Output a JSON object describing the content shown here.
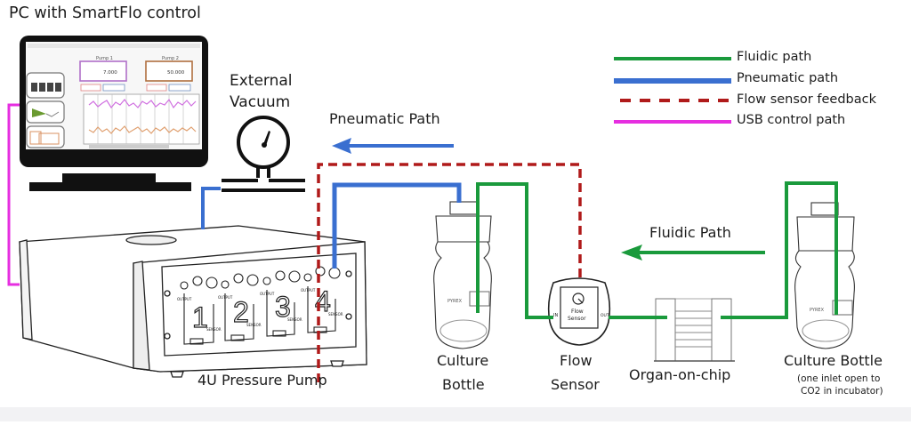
{
  "title_labels": {
    "pc": "PC with SmartFlo control",
    "vacuum_line1": "External",
    "vacuum_line2": "Vacuum",
    "pneumatic_arrow": "Pneumatic Path",
    "fluidic_arrow": "Fluidic Path",
    "pump": "4U Pressure Pump",
    "culture_bottle_1_line1": "Culture",
    "culture_bottle_1_line2": "Bottle",
    "flow_sensor_line1": "Flow",
    "flow_sensor_line2": "Sensor",
    "organ_on_chip": "Organ-on-chip",
    "culture_bottle_2": "Culture Bottle",
    "culture_bottle_2_note_line1": "(one inlet open to",
    "culture_bottle_2_note_line2": "CO2 in incubator)"
  },
  "legend": [
    {
      "label": "Fluidic path",
      "color": "#1a9a3c",
      "style": "solid"
    },
    {
      "label": "Pneumatic path",
      "color": "#3a6fd0",
      "style": "solid"
    },
    {
      "label": "Flow sensor feedback",
      "color": "#b01a1a",
      "style": "dashed"
    },
    {
      "label": "USB control path",
      "color": "#e62ee0",
      "style": "solid"
    }
  ],
  "screen": {
    "pump1_title": "Pump 1",
    "pump2_title": "Pump 2",
    "pump1_value": "7.000",
    "pump2_value": "50.000"
  },
  "pump_channels": [
    "1",
    "2",
    "3",
    "4"
  ],
  "pump_port_label": "OUTPUT",
  "pump_sensor_label": "SENSOR",
  "flow_sensor_device": {
    "face_line1": "Flow",
    "face_line2": "Sensor",
    "in": "IN",
    "out": "OUT"
  },
  "bottle_brand": "PYREX",
  "colors": {
    "fluidic": "#1a9a3c",
    "pneumatic": "#3a6fd0",
    "feedback": "#b01a1a",
    "usb": "#e62ee0",
    "pump1_accent": "#b070c8",
    "pump2_accent": "#b07040"
  }
}
